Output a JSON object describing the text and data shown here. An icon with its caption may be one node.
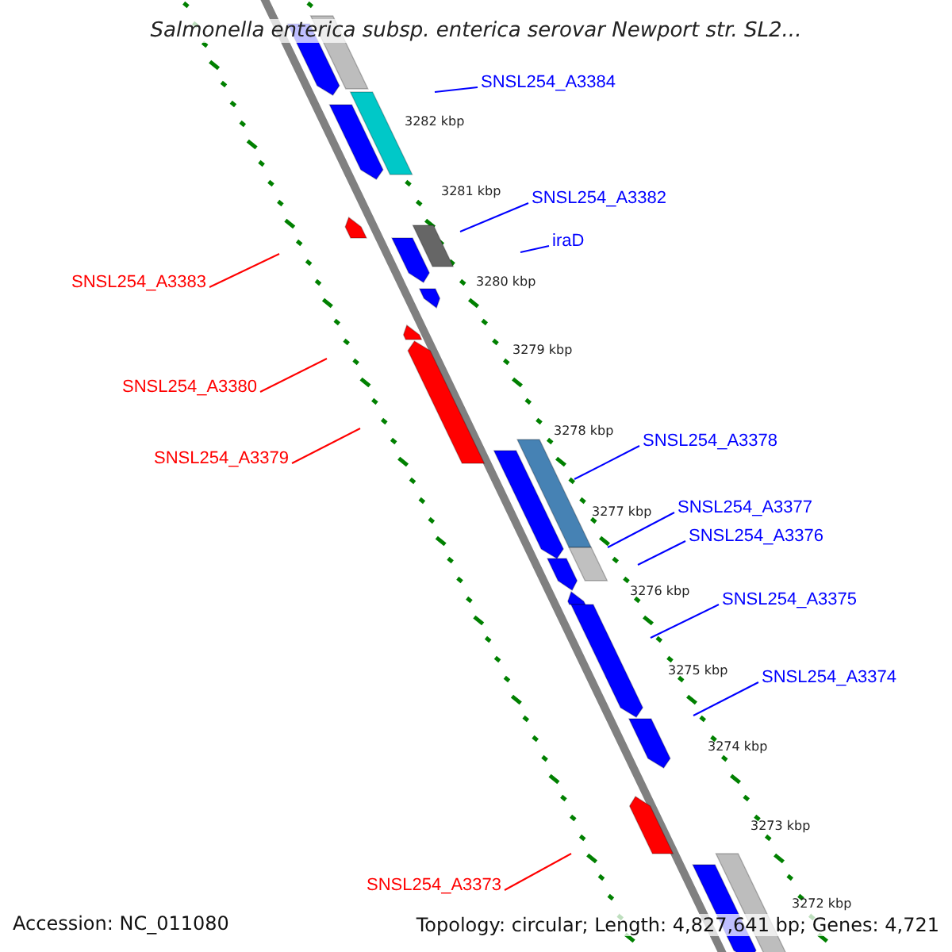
{
  "diagram": {
    "title": "Salmonella enterica subsp. enterica serovar Newport str. SL2...",
    "nodes": [
      {
        "text": [
          "SNSL254_A3384"
        ]
      },
      {
        "text": [
          "SNSL254_A3382"
        ]
      },
      {
        "text": [
          "iraD"
        ]
      },
      {
        "text": [
          "SNSL254_A3383"
        ]
      },
      {
        "text": [
          "SNSL254_A3380"
        ]
      },
      {
        "text": [
          "SNSL254_A3379"
        ]
      },
      {
        "text": [
          "SNSL254_A3378"
        ]
      },
      {
        "text": [
          "SNSL254_A3377"
        ]
      },
      {
        "text": [
          "SNSL254_A3376"
        ]
      },
      {
        "text": [
          "SNSL254_A3375"
        ]
      },
      {
        "text": [
          "SNSL254_A3374"
        ]
      },
      {
        "text": [
          "SNSL254_A3373"
        ]
      }
    ],
    "edges": [
      {
        "from": 0,
        "to": null,
        "arrow": "none"
      },
      {
        "from": 1,
        "to": null,
        "arrow": "none"
      },
      {
        "from": 2,
        "to": null,
        "arrow": "none"
      },
      {
        "from": 3,
        "to": null,
        "arrow": "none",
        "color": "#ff0000"
      },
      {
        "from": 4,
        "to": null,
        "arrow": "none",
        "color": "#ff0000"
      },
      {
        "from": 5,
        "to": null,
        "arrow": "none",
        "color": "#ff0000"
      },
      {
        "from": 6,
        "to": null,
        "arrow": "none"
      },
      {
        "from": 7,
        "to": null,
        "arrow": "none"
      },
      {
        "from": 8,
        "to": null,
        "arrow": "none"
      },
      {
        "from": 9,
        "to": null,
        "arrow": "none"
      },
      {
        "from": 10,
        "to": null,
        "arrow": "none"
      },
      {
        "from": 11,
        "to": null,
        "arrow": "none",
        "color": "#ff0000"
      }
    ],
    "labels": [
      "3282 kbp",
      "3281 kbp",
      "3280 kbp",
      "3279 kbp",
      "3278 kbp",
      "3277 kbp",
      "3276 kbp",
      "3275 kbp",
      "3274 kbp",
      "3273 kbp",
      "3272 kbp",
      "Accession: NC_011080",
      "Topology: circular; Length: 4,827,641 bp; Genes: 4,721"
    ]
  }
}
